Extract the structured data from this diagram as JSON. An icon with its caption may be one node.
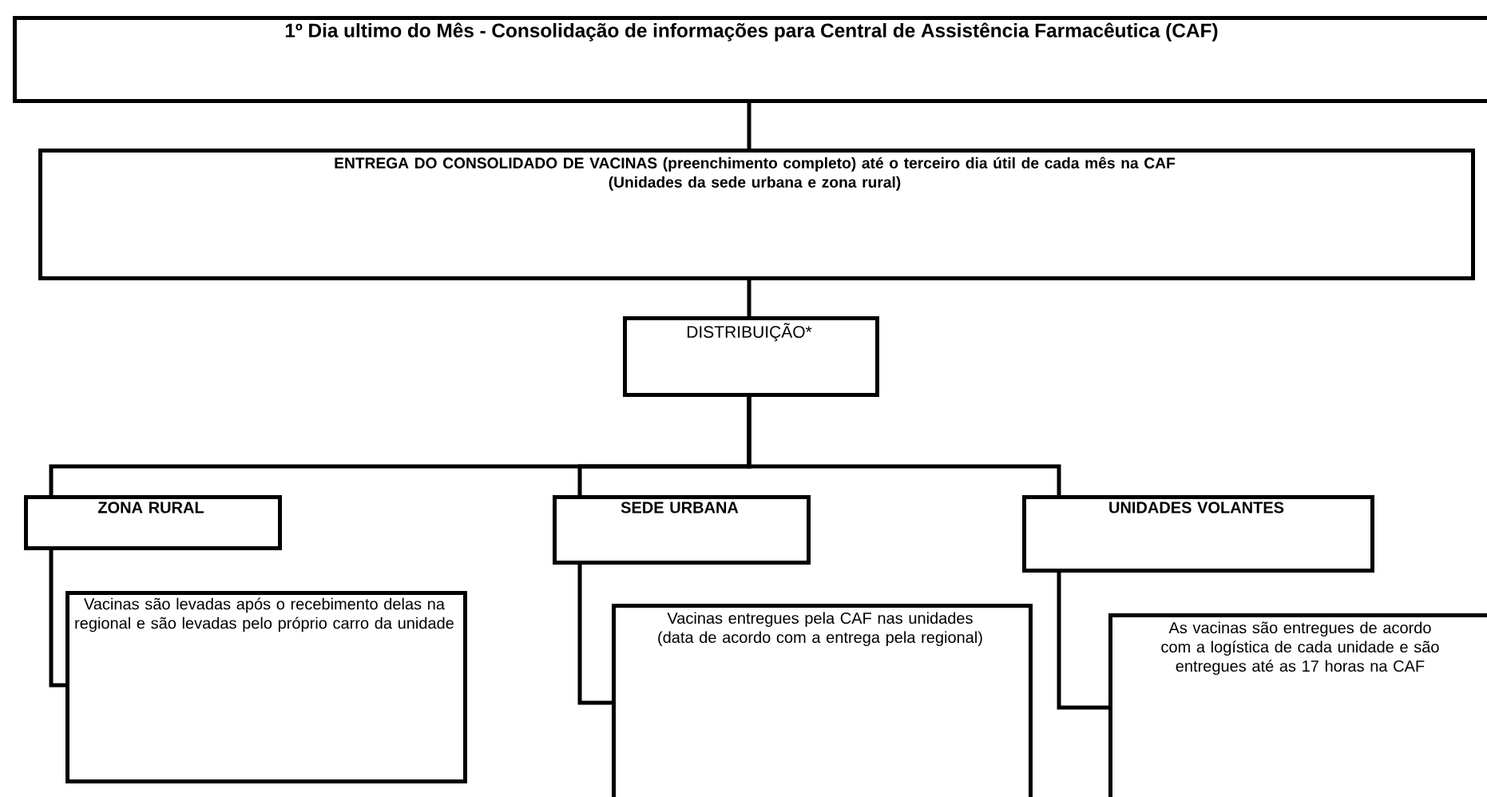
{
  "diagram": {
    "nodes": [
      {
        "text": [
          "1º Dia ultimo do Mês - Consolidação de informações para Central de Assistência Farmacêutica (CAF)"
        ]
      },
      {
        "text": [
          "ENTREGA DO CONSOLIDADO DE VACINAS (preenchimento completo) até o terceiro dia útil de cada mês na CAF",
          "(Unidades da sede urbana e zona rural)"
        ]
      },
      {
        "text": [
          "DISTRIBUIÇÃO*"
        ]
      },
      {
        "text": [
          "ZONA RURAL"
        ]
      },
      {
        "text": [
          "SEDE URBANA"
        ]
      },
      {
        "text": [
          "UNIDADES VOLANTES"
        ]
      },
      {
        "text": [
          "Vacinas são levadas após o recebimento delas na regional e são levadas pelo próprio carro da unidade"
        ]
      },
      {
        "text": [
          "Vacinas entregues pela CAF nas unidades (data de acordo com a entrega pela regional)"
        ]
      },
      {
        "text": [
          "As vacinas são entregues de acordo com a logística de cada unidade e são entregues até as 17 horas na CAF"
        ]
      }
    ],
    "edges": [
      {
        "from": 0,
        "to": 1,
        "arrow": "none"
      },
      {
        "from": 1,
        "to": 2,
        "arrow": "none"
      },
      {
        "from": 2,
        "to": 3,
        "arrow": "none"
      },
      {
        "from": 2,
        "to": 4,
        "arrow": "none"
      },
      {
        "from": 2,
        "to": 5,
        "arrow": "none"
      },
      {
        "from": 3,
        "to": 6,
        "arrow": "none"
      },
      {
        "from": 4,
        "to": 7,
        "arrow": "none"
      },
      {
        "from": 5,
        "to": 8,
        "arrow": "none"
      }
    ]
  }
}
